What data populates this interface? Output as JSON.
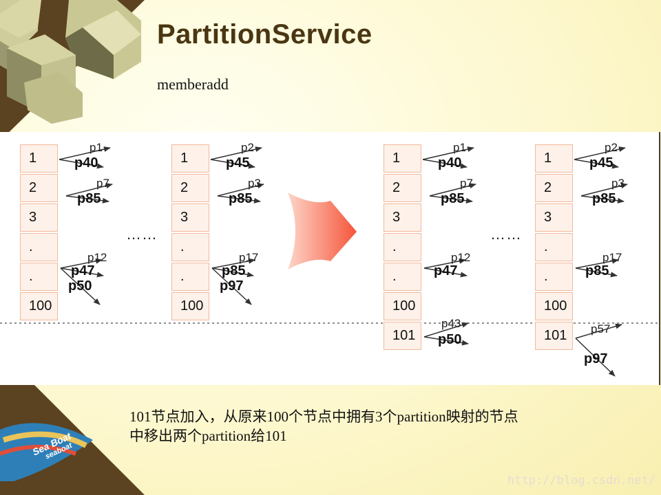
{
  "slide": {
    "title": "PartitionService",
    "subtitle": "memberadd",
    "caption_lines": [
      "101节点加入，从原来100个节点中拥有3个partition映射的节点",
      "中移出两个partition给101"
    ],
    "ellipsis": "……",
    "watermark": "http://blog.csdn.net/",
    "logo_text": [
      "Sea Boat",
      "seaboat"
    ]
  },
  "before": {
    "node_a": {
      "rows": [
        "1",
        "2",
        "3",
        ".",
        ".",
        "100"
      ],
      "labels": {
        "r1_small": "p1",
        "r1_big": "p40",
        "r2_small": "p7",
        "r2_big": "p85",
        "r4_small": "p12",
        "r4_big1": "p47",
        "r4_big2": "p50"
      }
    },
    "node_b": {
      "rows": [
        "1",
        "2",
        "3",
        ".",
        ".",
        "100"
      ],
      "labels": {
        "r1_small": "p2",
        "r1_big": "p45",
        "r2_small": "p3",
        "r2_big": "p85",
        "r4_small": "p17",
        "r4_big1": "p85",
        "r4_big2": "p97"
      }
    }
  },
  "after": {
    "node_a": {
      "rows": [
        "1",
        "2",
        "3",
        ".",
        ".",
        "100",
        "101"
      ],
      "labels": {
        "r1_small": "p1",
        "r1_big": "p40",
        "r2_small": "p7",
        "r2_big": "p85",
        "r4_small": "p12",
        "r4_big": "p47",
        "r7_small": "p43",
        "r7_big": "p50"
      }
    },
    "node_b": {
      "rows": [
        "1",
        "2",
        "3",
        ".",
        ".",
        "100",
        "101"
      ],
      "labels": {
        "r1_small": "p2",
        "r1_big": "p45",
        "r2_small": "p3",
        "r2_big": "p85",
        "r4_small": "p17",
        "r4_big": "p85",
        "r7_small": "p57",
        "r7_big": "p97"
      }
    }
  },
  "colors": {
    "title": "#4a3612",
    "arrow": "#f7664a",
    "cell_fill": "#fdf1e9",
    "cell_border": "#f2b99a"
  }
}
